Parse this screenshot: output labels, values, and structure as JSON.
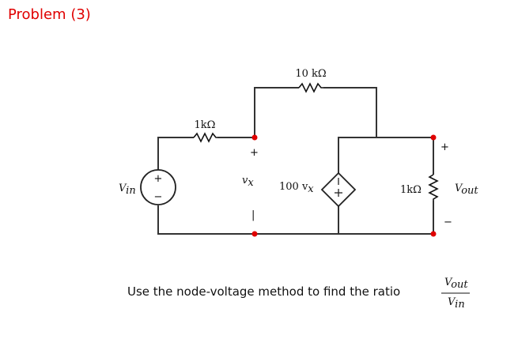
{
  "title": "Problem (3)",
  "components": {
    "r_top": "10 kΩ",
    "r_left": "1kΩ",
    "r_load": "1kΩ",
    "dep_source": "100 v",
    "dep_source_sub": "x",
    "src_plus": "+",
    "src_minus": "−"
  },
  "labels": {
    "vin": "V",
    "vin_sub": "in",
    "vx": "v",
    "vx_sub": "x",
    "vx_plus": "+",
    "vx_minus": "|",
    "vout": "V",
    "vout_sub": "out",
    "vout_plus": "+",
    "vout_minus": "−"
  },
  "instruction": "Use the node-voltage method to find the ratio",
  "ratio": {
    "num": "V",
    "num_sub": "out",
    "den": "V",
    "den_sub": "in"
  },
  "colors": {
    "node": "#e00000",
    "title": "#e00000",
    "wire": "#333333"
  },
  "icons": [
    "independent-voltage-source-icon",
    "dependent-voltage-source-icon",
    "resistor-icon"
  ]
}
